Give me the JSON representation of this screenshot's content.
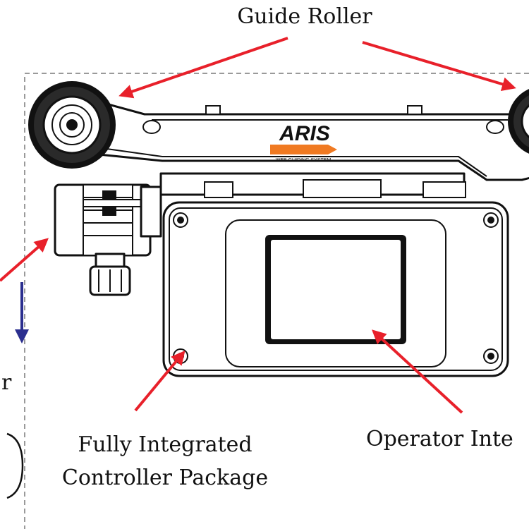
{
  "labels": {
    "guide_roller": "Guide Roller",
    "controller_line1": "Fully Integrated",
    "controller_line2": "Controller Package",
    "operator": "Operator Inte"
  },
  "logo": {
    "brand": "ARIS",
    "tagline": "WEB GUIDING SYSTEM"
  },
  "colors": {
    "arrow_red": "#e8202a",
    "arrow_blue": "#2b2f8f",
    "logo_orange": "#f07a22",
    "dashed": "#9a9a9a",
    "outline": "#111111"
  }
}
